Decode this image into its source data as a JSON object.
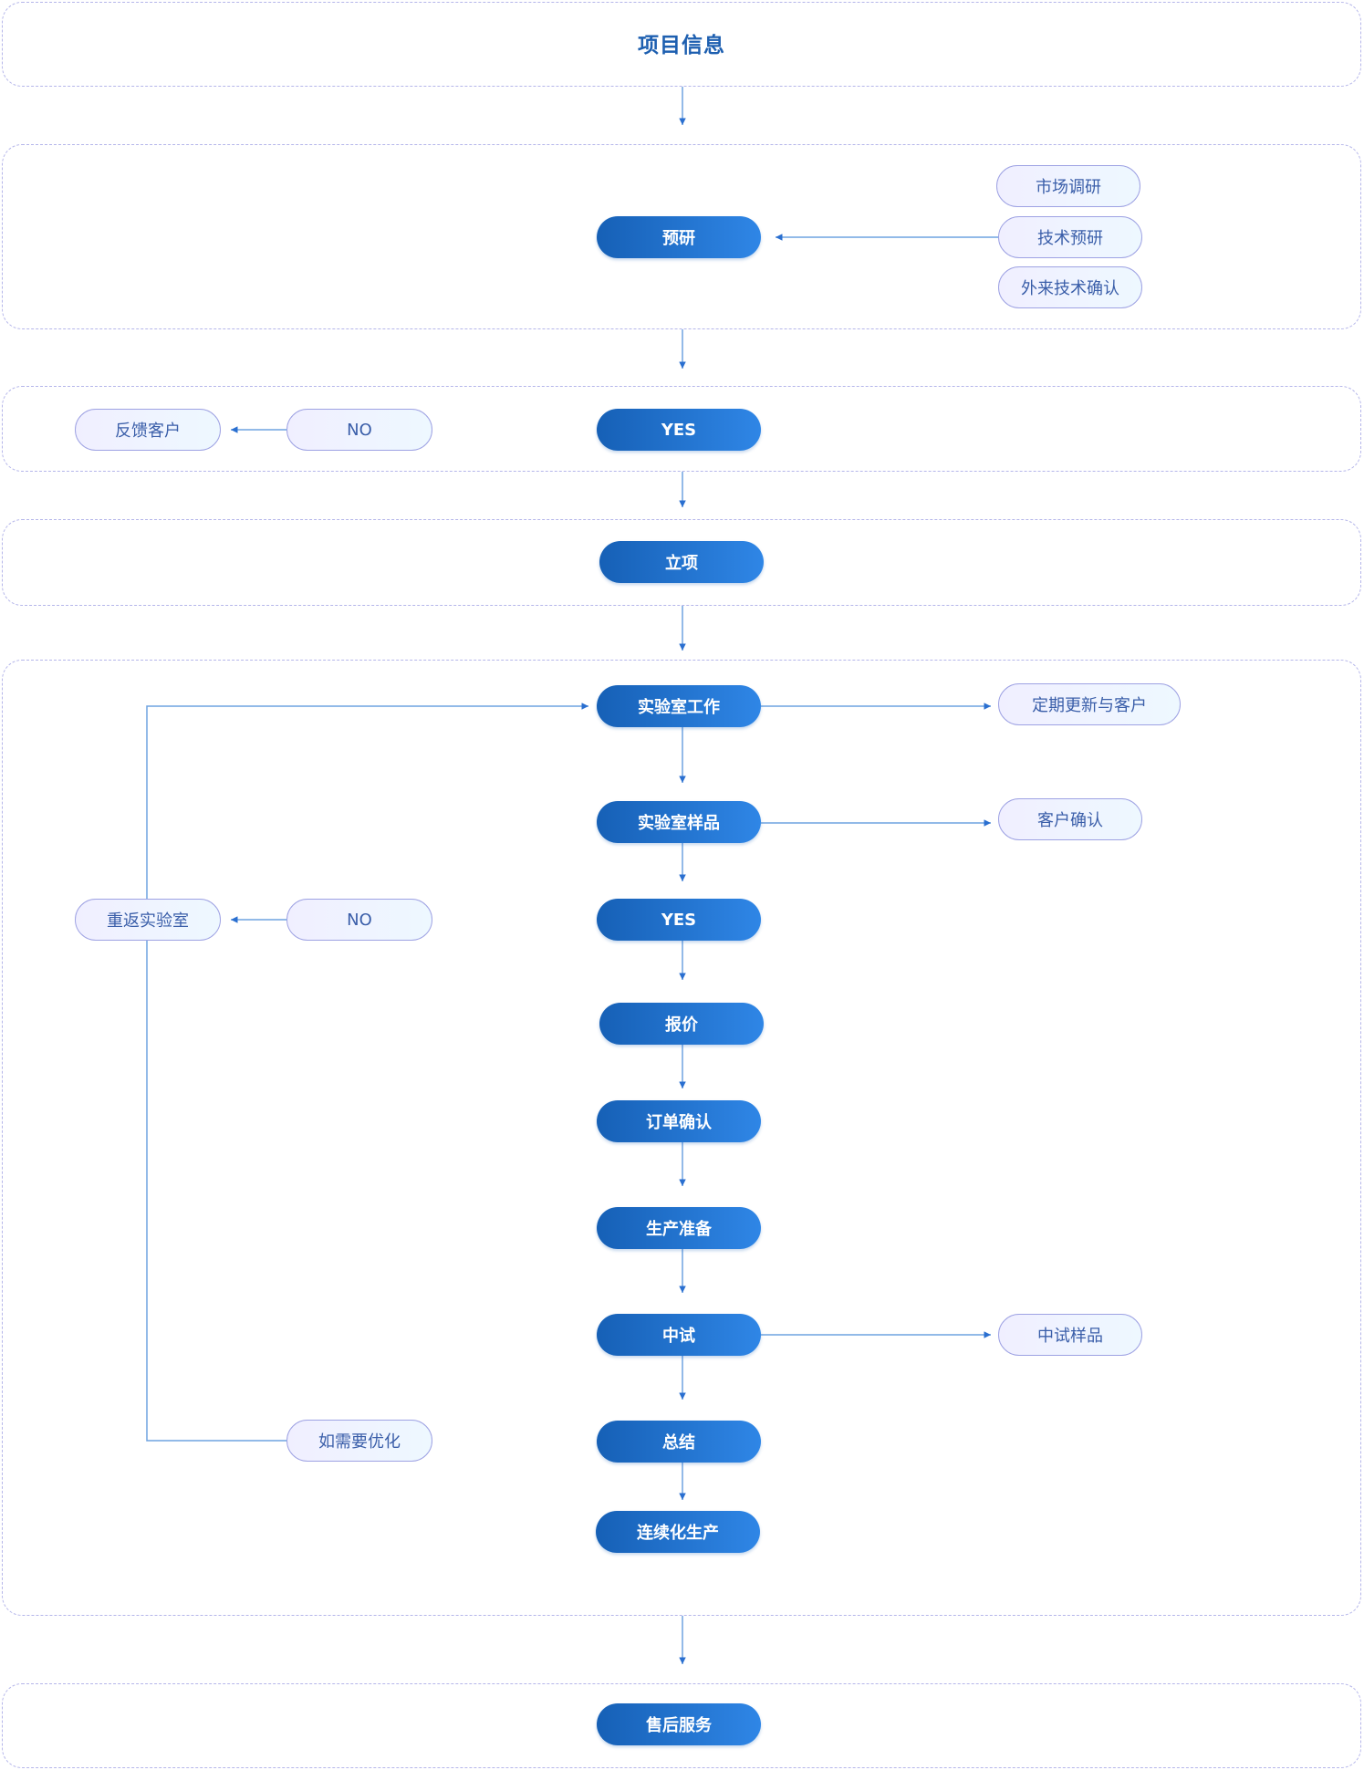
{
  "sections": {
    "project_info": {
      "title": "项目信息"
    },
    "pre_research": {
      "main": "预研",
      "inputs": [
        "市场调研",
        "技术预研",
        "外来技术确认"
      ]
    },
    "decision": {
      "yes": "YES",
      "no": "NO",
      "feedback": "反馈客户"
    },
    "approval": {
      "main": "立项"
    },
    "development": {
      "lab_work": "实验室工作",
      "regular_update": "定期更新与客户",
      "lab_sample": "实验室样品",
      "customer_confirm": "客户确认",
      "yes": "YES",
      "no": "NO",
      "return_lab": "重返实验室",
      "quote": "报价",
      "order_confirm": "订单确认",
      "production_prep": "生产准备",
      "pilot": "中试",
      "pilot_sample": "中试样品",
      "summary": "总结",
      "optimize_if_needed": "如需要优化",
      "continuous_production": "连续化生产"
    },
    "after_sales": {
      "main": "售后服务"
    }
  },
  "colors": {
    "primary_start": "#1660b6",
    "primary_end": "#2f86e6",
    "secondary_border": "#9ea2e3",
    "secondary_text": "#3a5ea9",
    "connector": "#2a6fd0",
    "section_border": "#b5b6ea"
  }
}
